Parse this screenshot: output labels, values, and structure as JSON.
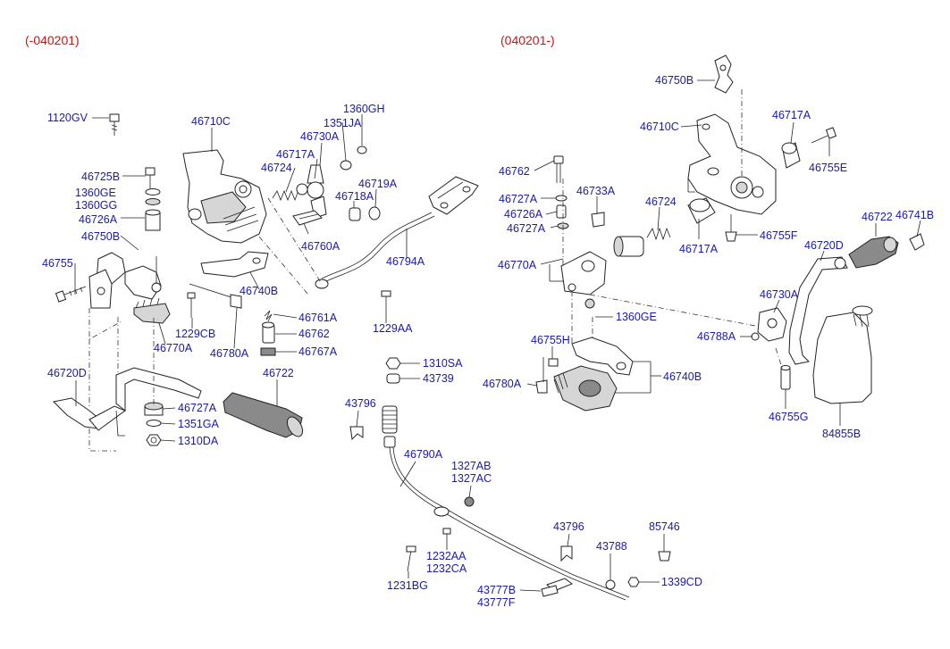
{
  "sections": {
    "left_date": "(-040201)",
    "right_date": "(040201-)"
  },
  "labels": {
    "l_1120GV": "1120GV",
    "l_46710C": "46710C",
    "l_1360GH": "1360GH",
    "l_1351JA": "1351JA",
    "l_46730A": "46730A",
    "l_46717A": "46717A",
    "l_46724": "46724",
    "l_46719A": "46719A",
    "l_46718A": "46718A",
    "l_46725B": "46725B",
    "l_1360GE": "1360GE",
    "l_1360GG": "1360GG",
    "l_46726A": "46726A",
    "l_46750B": "46750B",
    "l_46760A": "46760A",
    "l_46794A": "46794A",
    "l_46755": "46755",
    "l_46740B": "46740B",
    "l_46761A": "46761A",
    "l_46762": "46762",
    "l_46767A": "46767A",
    "l_1229CB": "1229CB",
    "l_46780A": "46780A",
    "l_46770A": "46770A",
    "l_1229AA": "1229AA",
    "l_46720D": "46720D",
    "l_46722": "46722",
    "l_46727A": "46727A",
    "l_1351GA": "1351GA",
    "l_1310DA": "1310DA",
    "l_1310SA": "1310SA",
    "l_43739": "43739",
    "l_43796a": "43796",
    "l_46790A": "46790A",
    "l_1327AB": "1327AB",
    "l_1327AC": "1327AC",
    "l_1232AA": "1232AA",
    "l_1232CA": "1232CA",
    "l_1231BG": "1231BG",
    "l_43796b": "43796",
    "l_43788": "43788",
    "l_85746": "85746",
    "l_1339CD": "1339CD",
    "l_43777B": "43777B",
    "l_43777F": "43777F",
    "r_46750B": "46750B",
    "r_46710C": "46710C",
    "r_46717A": "46717A",
    "r_46755E": "46755E",
    "r_46762": "46762",
    "r_46727A_1": "46727A",
    "r_46733A": "46733A",
    "r_46726A": "46726A",
    "r_46727A_2": "46727A",
    "r_46724": "46724",
    "r_46717A_b": "46717A",
    "r_46755F": "46755F",
    "r_46722": "46722",
    "r_46741B": "46741B",
    "r_46720D": "46720D",
    "r_46770A": "46770A",
    "r_46730A": "46730A",
    "r_1360GE": "1360GE",
    "r_46788A": "46788A",
    "r_46755H": "46755H",
    "r_46780A": "46780A",
    "r_46740B": "46740B",
    "r_46755G": "46755G",
    "r_84855B": "84855B"
  }
}
